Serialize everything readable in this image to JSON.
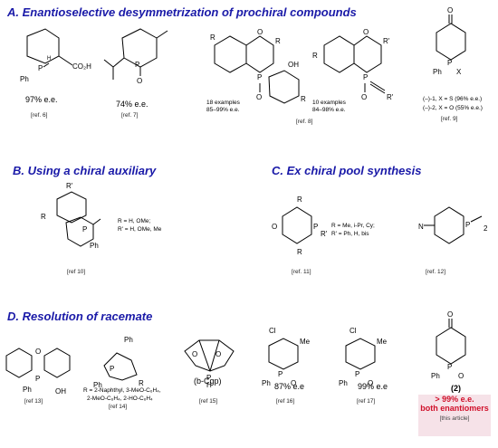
{
  "sections": {
    "a": "A.  Enantioselective desymmetrization of prochiral compounds",
    "b": "B.  Using a chiral auxiliary",
    "c": "C.  Ex chiral pool synthesis",
    "d": "D.  Resolution of racemate"
  },
  "a": {
    "c1_ee": "97% e.e.",
    "c1_ref": "[ref. 6]",
    "c2_ee": "74% e.e.",
    "c2_ref": "[ref. 7]",
    "c3_note1": "18 examples",
    "c3_note2": "85–99% e.e.",
    "c4_note1": "10 examples",
    "c4_note2": "84–98% e.e.",
    "c34_ref": "[ref. 8]",
    "c5_line1": "(–)-1, X = S (96% e.e.)",
    "c5_line2": "(–)-2, X = O (55% e.e.)",
    "c5_ref": "[ref. 9]"
  },
  "b": {
    "r_def": "R = H, OMe;",
    "rp_def": "R' = H, OMe, Me",
    "ref": "[ref 10]"
  },
  "c": {
    "r_def": "R = Me, i-Pr, Cy;",
    "rp_def": "R' = Ph, H, bis",
    "ref1": "[ref. 11]",
    "ref2": "[ref. 12]"
  },
  "d": {
    "ref13": "[ref 13]",
    "r14_line1": "R = 2-Naphthyl, 3-MeO-C₆H₄,",
    "r14_line2": "2-MeO-C₆H₄, 2-HO-C₆H₄",
    "ref14": "[ref 14]",
    "bcgp": "(b-Cgp)",
    "ref15": "[ref 15]",
    "ee16": "87% e.e",
    "ref16": "[ref 16]",
    "ee17": "99% e.e",
    "ref17": "[ref 17]",
    "num": "(2)",
    "hl1": "> 99% e.e.",
    "hl2": "both enantiomers",
    "hl3": "[this article]"
  }
}
